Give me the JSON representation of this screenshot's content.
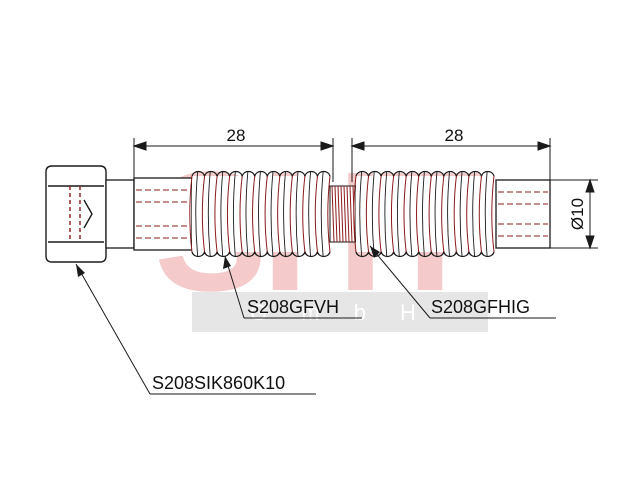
{
  "drawing": {
    "dimensions": {
      "left_length": "28",
      "right_length": "28",
      "diameter": "Ø10"
    },
    "callouts": {
      "bellows_left": "S208GFVH",
      "bellows_right": "S208GFHIG",
      "nut": "S208SIK860K10"
    },
    "watermark": {
      "company": "SHT",
      "text": "G m b H"
    },
    "colors": {
      "outline": "#1a1a1a",
      "hatch": "#8b1a1a",
      "watermark_red": "#f2c6c6",
      "watermark_gray": "#e4e4e4"
    }
  }
}
